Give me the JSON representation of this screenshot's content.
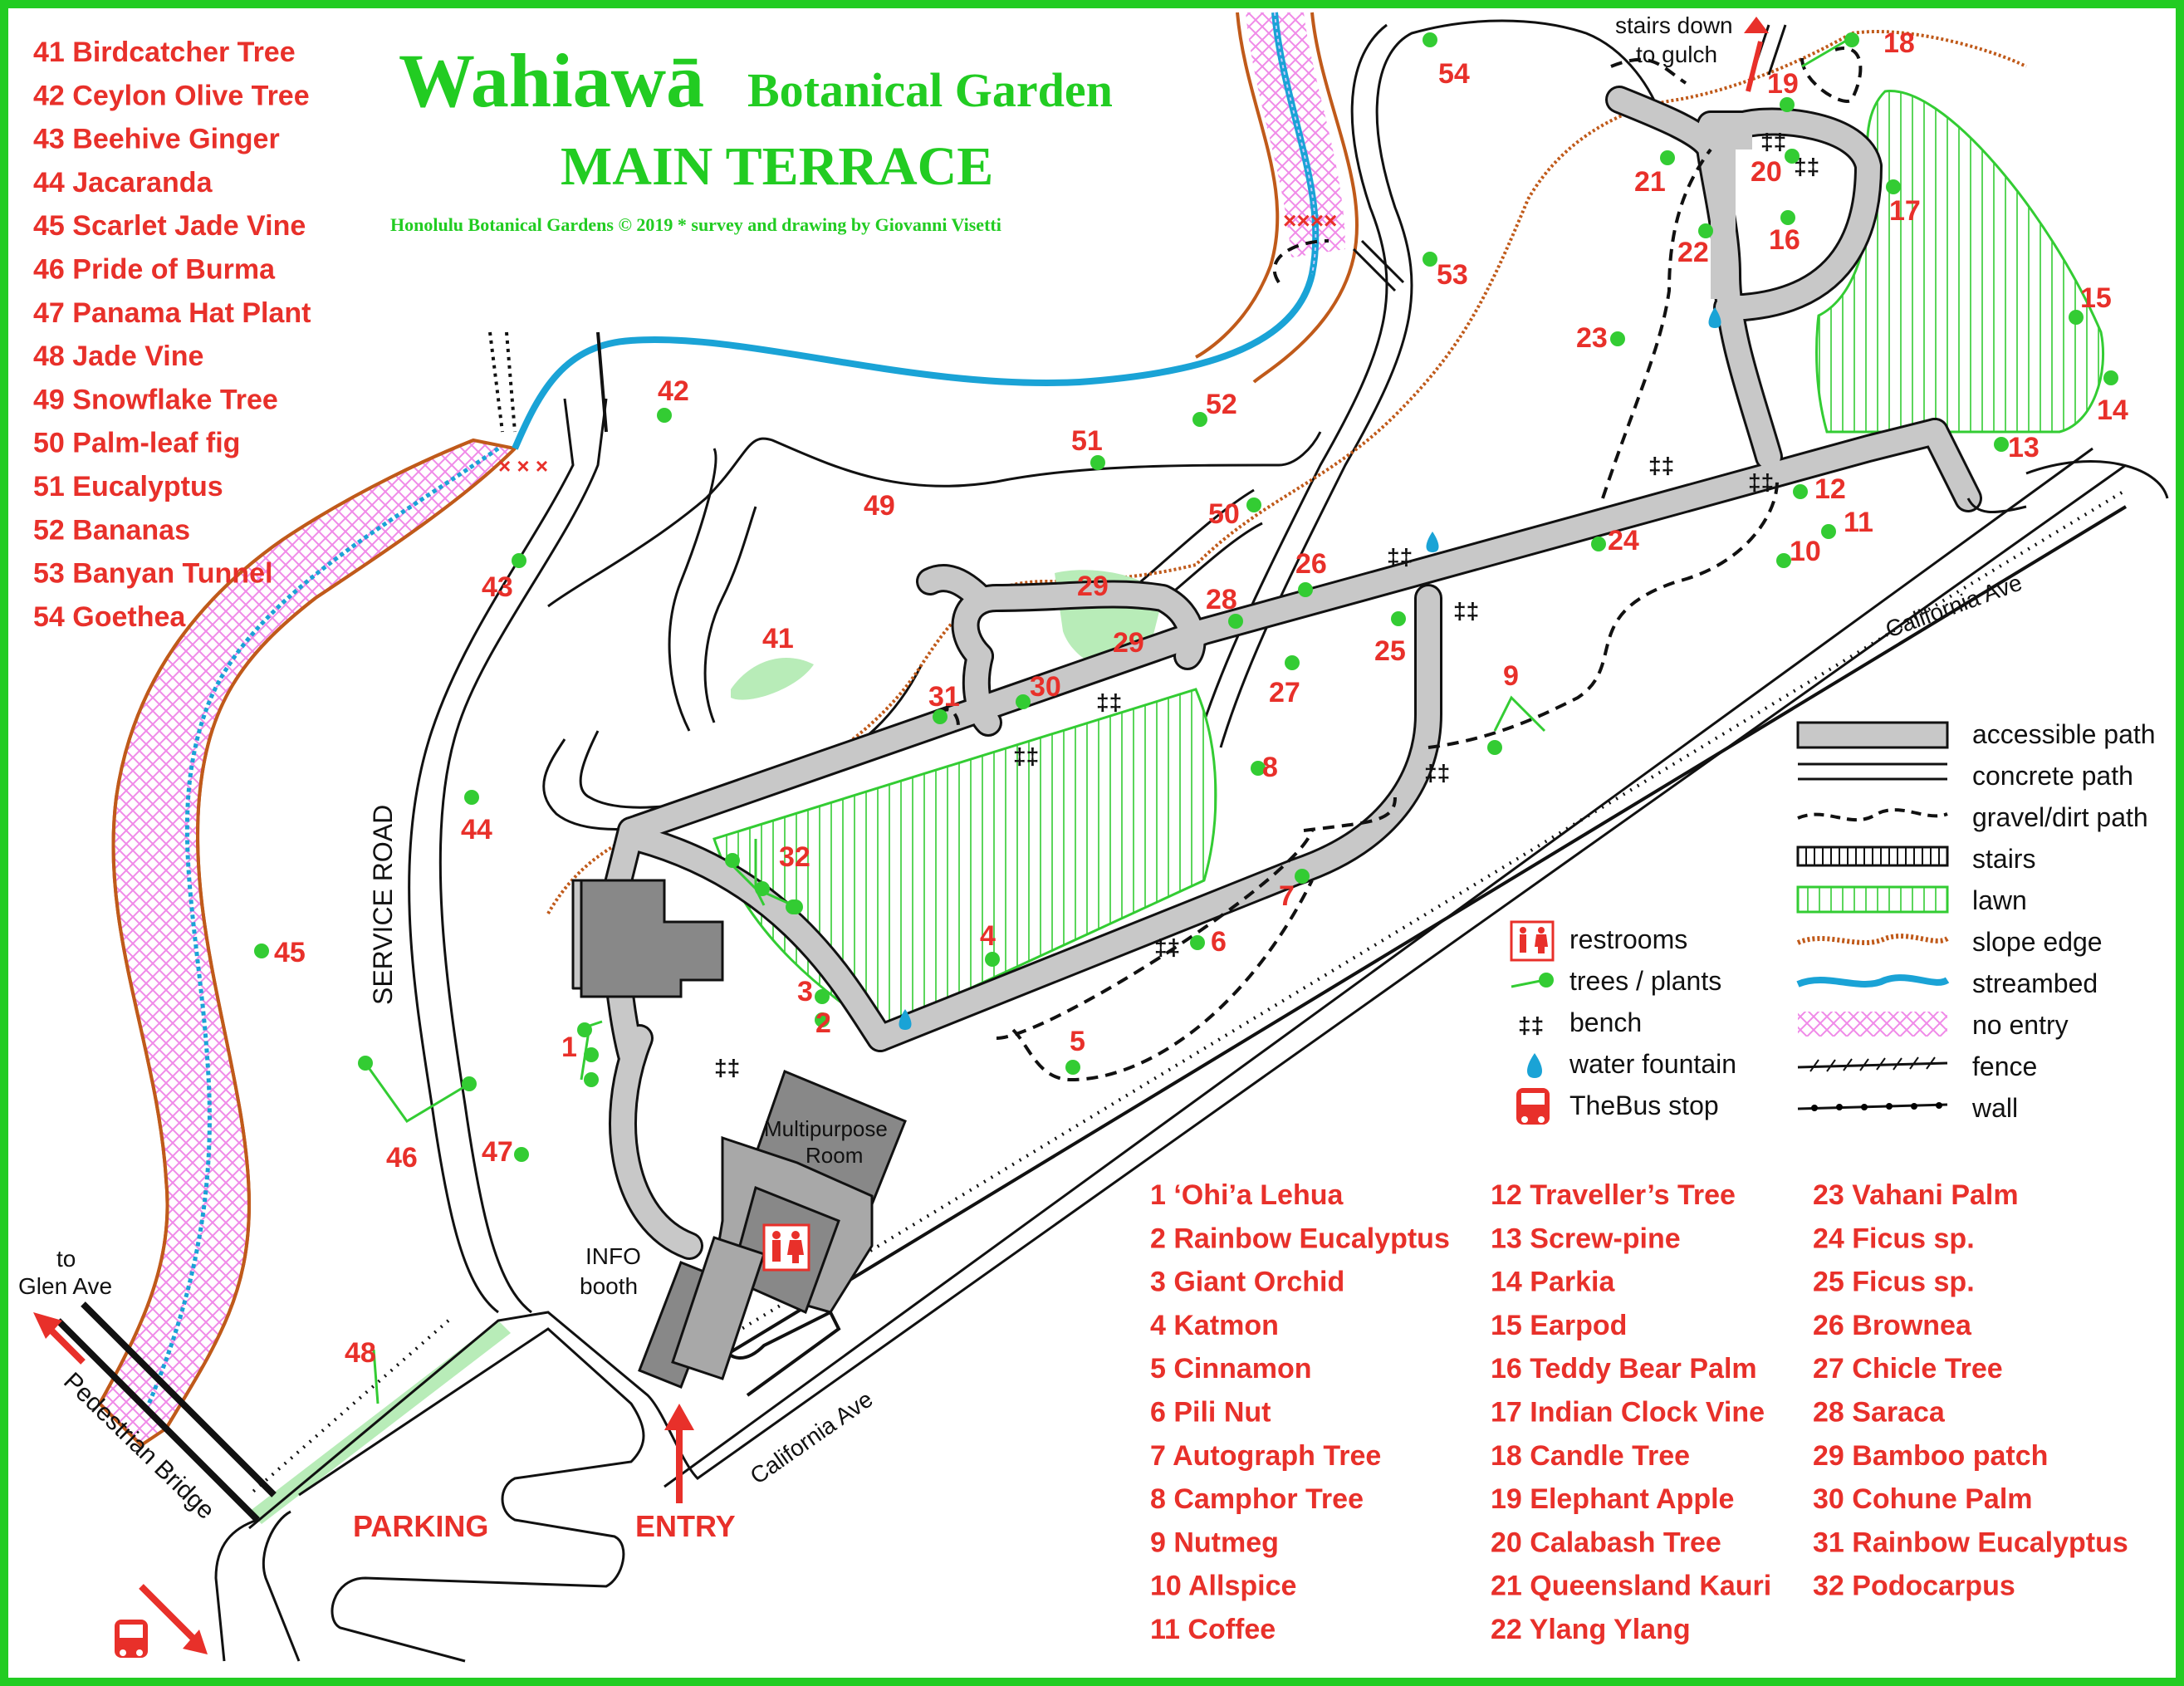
{
  "title": {
    "main": "Wahiawā",
    "sub": "Botanical Garden",
    "terrace": "MAIN TERRACE",
    "credit": "Honolulu Botanical Gardens  © 2019  *  survey and drawing by Giovanni Visetti"
  },
  "colors": {
    "title_green": "#22cc22",
    "label_red": "#e8302a",
    "tree_green": "#33cc33",
    "stream_blue": "#1aa3d6",
    "slope_brown": "#c05a1a",
    "no_entry_pink": "#f08ae8",
    "accessible_gray": "#c8c8c8",
    "building_gray": "#8a8a8a"
  },
  "plants_41_54": [
    "41  Birdcatcher Tree",
    "42  Ceylon Olive Tree",
    "43  Beehive Ginger",
    "44  Jacaranda",
    "45  Scarlet Jade Vine",
    "46  Pride of Burma",
    "47  Panama Hat Plant",
    "48  Jade Vine",
    "49  Snowflake Tree",
    "50  Palm-leaf fig",
    "51  Eucalyptus",
    "52  Bananas",
    "53  Banyan Tunnel",
    "54  Goethea"
  ],
  "plants_1_11": [
    "1 ‘Ohi’a Lehua",
    "2 Rainbow Eucalyptus",
    "3 Giant Orchid",
    "4 Katmon",
    "5 Cinnamon",
    "6 Pili Nut",
    "7 Autograph Tree",
    "8 Camphor Tree",
    "9 Nutmeg",
    "10 Allspice",
    "11 Coffee"
  ],
  "plants_12_22": [
    "12 Traveller’s Tree",
    "13 Screw-pine",
    "14 Parkia",
    "15 Earpod",
    "16 Teddy Bear Palm",
    "17 Indian Clock Vine",
    "18 Candle Tree",
    "19 Elephant Apple",
    "20 Calabash Tree",
    "21 Queensland Kauri",
    "22 Ylang Ylang"
  ],
  "plants_23_32": [
    "23 Vahani Palm",
    "24 Ficus sp.",
    "25 Ficus sp.",
    "26 Brownea",
    "27 Chicle Tree",
    "28 Saraca",
    "29 Bamboo patch",
    "30 Cohune Palm",
    "31 Rainbow Eucalyptus",
    "32 Podocarpus"
  ],
  "legend_right": [
    {
      "icon": "accessible-path-icon",
      "label": "accessible path"
    },
    {
      "icon": "concrete-path-icon",
      "label": "concrete path"
    },
    {
      "icon": "gravel-path-icon",
      "label": "gravel/dirt path"
    },
    {
      "icon": "stairs-icon",
      "label": "stairs"
    },
    {
      "icon": "lawn-icon",
      "label": "lawn"
    },
    {
      "icon": "slope-edge-icon",
      "label": "slope edge"
    },
    {
      "icon": "streambed-icon",
      "label": "streambed"
    },
    {
      "icon": "no-entry-icon",
      "label": "no entry"
    },
    {
      "icon": "fence-icon",
      "label": "fence"
    },
    {
      "icon": "wall-icon",
      "label": "wall"
    }
  ],
  "legend_left": [
    {
      "icon": "restrooms-icon",
      "label": "restrooms"
    },
    {
      "icon": "tree-icon",
      "label": "trees / plants"
    },
    {
      "icon": "bench-icon",
      "label": "bench"
    },
    {
      "icon": "water-fountain-icon",
      "label": "water fountain"
    },
    {
      "icon": "bus-stop-icon",
      "label": "TheBus stop"
    }
  ],
  "map_labels": {
    "service_road": "SERVICE ROAD",
    "california_ave_top": "California Ave",
    "california_ave_bottom": "California Ave",
    "parking": "PARKING",
    "entry": "ENTRY",
    "pedestrian_bridge": "Pedestrian Bridge",
    "to_glen_1": "to",
    "to_glen_2": "Glen Ave",
    "stairs_down_1": "stairs down",
    "stairs_down_2": "to gulch",
    "multipurpose_1": "Multipurpose",
    "multipurpose_2": "Room",
    "info_1": "INFO",
    "info_2": "booth"
  },
  "tree_numbers": [
    "1",
    "2",
    "3",
    "4",
    "5",
    "6",
    "7",
    "8",
    "9",
    "10",
    "11",
    "12",
    "13",
    "14",
    "15",
    "16",
    "17",
    "18",
    "19",
    "20",
    "21",
    "22",
    "23",
    "24",
    "25",
    "26",
    "27",
    "28",
    "29",
    "29",
    "30",
    "31",
    "32",
    "41",
    "42",
    "43",
    "44",
    "45",
    "46",
    "47",
    "48",
    "49",
    "50",
    "51",
    "52",
    "53",
    "54"
  ]
}
